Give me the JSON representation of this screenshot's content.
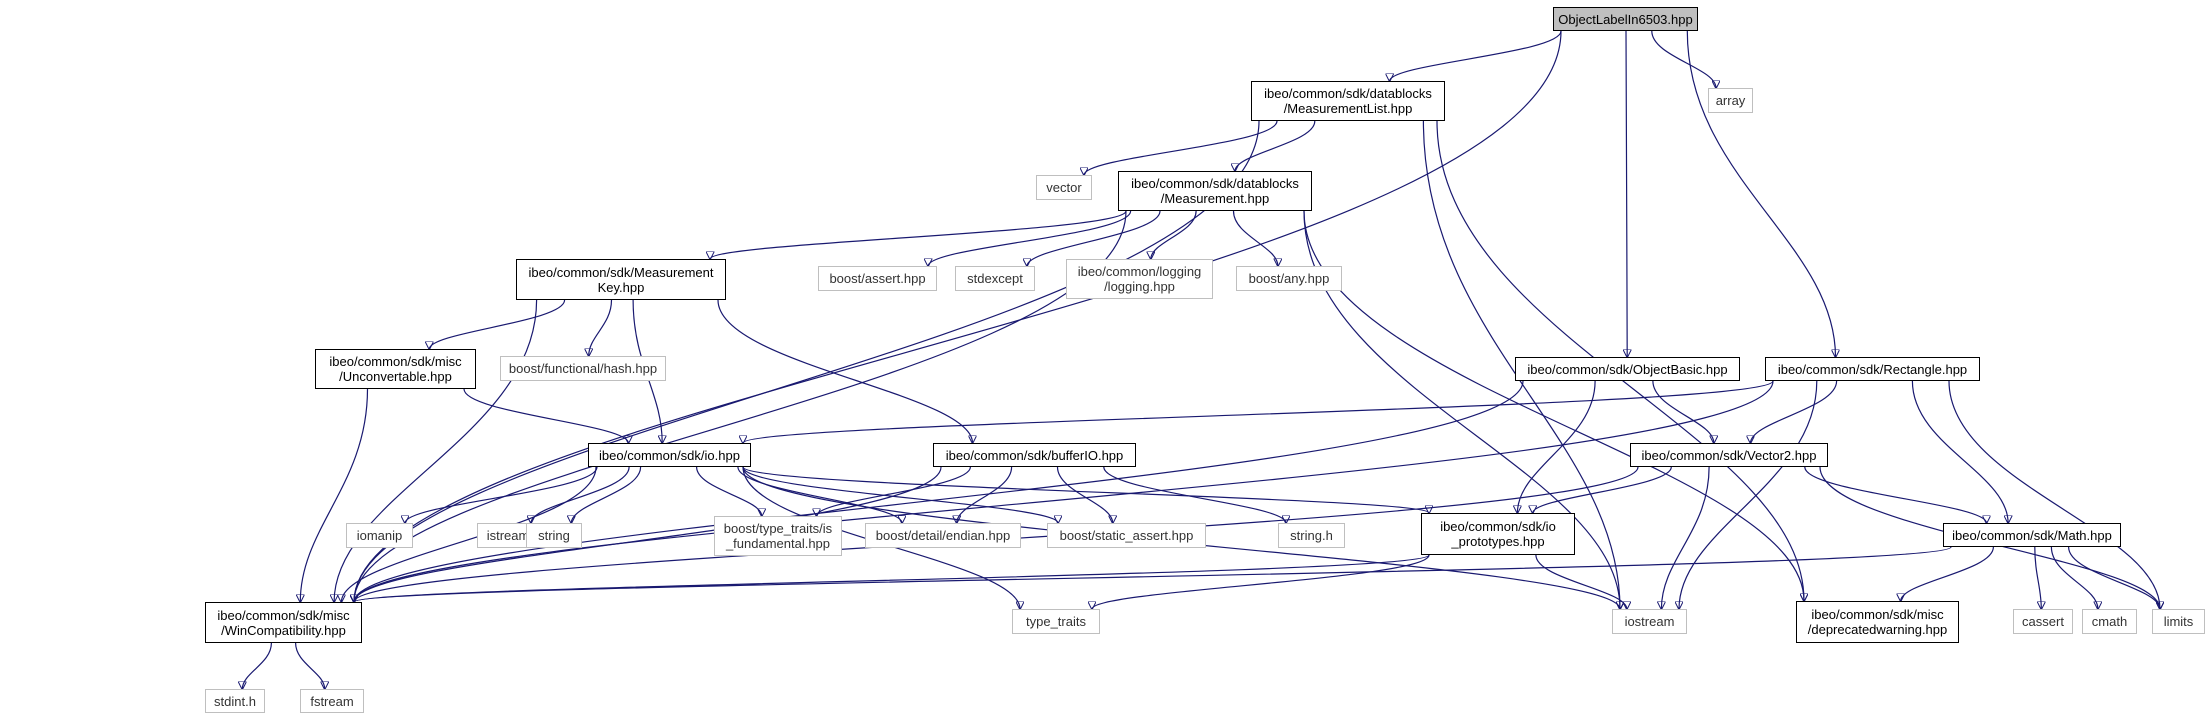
{
  "root": "ObjectLabelIn6503.hpp",
  "nodes": {
    "root": {
      "lines": [
        "ObjectLabelIn6503.hpp"
      ],
      "kind": "root"
    },
    "measlist": {
      "lines": [
        "ibeo/common/sdk/datablocks",
        "/MeasurementList.hpp"
      ],
      "kind": "std"
    },
    "array": {
      "lines": [
        "array"
      ],
      "kind": "ext"
    },
    "vector": {
      "lines": [
        "vector"
      ],
      "kind": "ext"
    },
    "meas": {
      "lines": [
        "ibeo/common/sdk/datablocks",
        "/Measurement.hpp"
      ],
      "kind": "std"
    },
    "measkey": {
      "lines": [
        "ibeo/common/sdk/Measurement",
        "Key.hpp"
      ],
      "kind": "std"
    },
    "bassert": {
      "lines": [
        "boost/assert.hpp"
      ],
      "kind": "ext"
    },
    "stdexcept": {
      "lines": [
        "stdexcept"
      ],
      "kind": "ext"
    },
    "logging": {
      "lines": [
        "ibeo/common/logging",
        "/logging.hpp"
      ],
      "kind": "ext"
    },
    "bany": {
      "lines": [
        "boost/any.hpp"
      ],
      "kind": "ext"
    },
    "unconv": {
      "lines": [
        "ibeo/common/sdk/misc",
        "/Unconvertable.hpp"
      ],
      "kind": "std"
    },
    "bhash": {
      "lines": [
        "boost/functional/hash.hpp"
      ],
      "kind": "ext"
    },
    "objbasic": {
      "lines": [
        "ibeo/common/sdk/ObjectBasic.hpp"
      ],
      "kind": "std"
    },
    "rect": {
      "lines": [
        "ibeo/common/sdk/Rectangle.hpp"
      ],
      "kind": "std"
    },
    "io": {
      "lines": [
        "ibeo/common/sdk/io.hpp"
      ],
      "kind": "std"
    },
    "bufio": {
      "lines": [
        "ibeo/common/sdk/bufferIO.hpp"
      ],
      "kind": "std"
    },
    "vec2": {
      "lines": [
        "ibeo/common/sdk/Vector2.hpp"
      ],
      "kind": "std"
    },
    "iomanip": {
      "lines": [
        "iomanip"
      ],
      "kind": "ext"
    },
    "istream": {
      "lines": [
        "istream"
      ],
      "kind": "ext"
    },
    "string": {
      "lines": [
        "string"
      ],
      "kind": "ext"
    },
    "btt": {
      "lines": [
        "boost/type_traits/is",
        "_fundamental.hpp"
      ],
      "kind": "ext"
    },
    "bendian": {
      "lines": [
        "boost/detail/endian.hpp"
      ],
      "kind": "ext"
    },
    "bstatic": {
      "lines": [
        "boost/static_assert.hpp"
      ],
      "kind": "ext"
    },
    "stringh": {
      "lines": [
        "string.h"
      ],
      "kind": "ext"
    },
    "ioproto": {
      "lines": [
        "ibeo/common/sdk/io",
        "_prototypes.hpp"
      ],
      "kind": "std"
    },
    "math": {
      "lines": [
        "ibeo/common/sdk/Math.hpp"
      ],
      "kind": "std"
    },
    "wincompat": {
      "lines": [
        "ibeo/common/sdk/misc",
        "/WinCompatibility.hpp"
      ],
      "kind": "std"
    },
    "typetraits": {
      "lines": [
        "type_traits"
      ],
      "kind": "ext"
    },
    "iostream": {
      "lines": [
        "iostream"
      ],
      "kind": "ext"
    },
    "deprecated": {
      "lines": [
        "ibeo/common/sdk/misc",
        "/deprecatedwarning.hpp"
      ],
      "kind": "std"
    },
    "cassert": {
      "lines": [
        "cassert"
      ],
      "kind": "ext"
    },
    "cmath": {
      "lines": [
        "cmath"
      ],
      "kind": "ext"
    },
    "limits": {
      "lines": [
        "limits"
      ],
      "kind": "ext"
    },
    "stdinth": {
      "lines": [
        "stdint.h"
      ],
      "kind": "ext"
    },
    "fstream": {
      "lines": [
        "fstream"
      ],
      "kind": "ext"
    }
  },
  "edges": [
    [
      "root",
      "wincompat"
    ],
    [
      "root",
      "measlist"
    ],
    [
      "root",
      "array"
    ],
    [
      "root",
      "objbasic"
    ],
    [
      "root",
      "rect"
    ],
    [
      "measlist",
      "wincompat"
    ],
    [
      "measlist",
      "vector"
    ],
    [
      "measlist",
      "meas"
    ],
    [
      "measlist",
      "iostream"
    ],
    [
      "measlist",
      "deprecated"
    ],
    [
      "meas",
      "wincompat"
    ],
    [
      "meas",
      "measkey"
    ],
    [
      "meas",
      "bassert"
    ],
    [
      "meas",
      "stdexcept"
    ],
    [
      "meas",
      "logging"
    ],
    [
      "meas",
      "bany"
    ],
    [
      "meas",
      "iostream"
    ],
    [
      "meas",
      "deprecated"
    ],
    [
      "measkey",
      "wincompat"
    ],
    [
      "measkey",
      "unconv"
    ],
    [
      "measkey",
      "bhash"
    ],
    [
      "measkey",
      "io"
    ],
    [
      "measkey",
      "bufio"
    ],
    [
      "unconv",
      "wincompat"
    ],
    [
      "unconv",
      "io"
    ],
    [
      "objbasic",
      "wincompat"
    ],
    [
      "objbasic",
      "vec2"
    ],
    [
      "objbasic",
      "ioproto"
    ],
    [
      "rect",
      "io"
    ],
    [
      "rect",
      "vec2"
    ],
    [
      "rect",
      "math"
    ],
    [
      "rect",
      "iostream"
    ],
    [
      "rect",
      "limits"
    ],
    [
      "rect",
      "wincompat"
    ],
    [
      "io",
      "wincompat"
    ],
    [
      "io",
      "iomanip"
    ],
    [
      "io",
      "istream"
    ],
    [
      "io",
      "string"
    ],
    [
      "io",
      "btt"
    ],
    [
      "io",
      "bendian"
    ],
    [
      "io",
      "bstatic"
    ],
    [
      "io",
      "ioproto"
    ],
    [
      "io",
      "typetraits"
    ],
    [
      "io",
      "iostream"
    ],
    [
      "bufio",
      "btt"
    ],
    [
      "bufio",
      "bendian"
    ],
    [
      "bufio",
      "bstatic"
    ],
    [
      "bufio",
      "stringh"
    ],
    [
      "bufio",
      "wincompat"
    ],
    [
      "vec2",
      "ioproto"
    ],
    [
      "vec2",
      "math"
    ],
    [
      "vec2",
      "iostream"
    ],
    [
      "vec2",
      "limits"
    ],
    [
      "vec2",
      "wincompat"
    ],
    [
      "ioproto",
      "wincompat"
    ],
    [
      "ioproto",
      "iostream"
    ],
    [
      "ioproto",
      "typetraits"
    ],
    [
      "math",
      "wincompat"
    ],
    [
      "math",
      "deprecated"
    ],
    [
      "math",
      "cassert"
    ],
    [
      "math",
      "cmath"
    ],
    [
      "math",
      "limits"
    ],
    [
      "wincompat",
      "stdinth"
    ],
    [
      "wincompat",
      "fstream"
    ]
  ]
}
